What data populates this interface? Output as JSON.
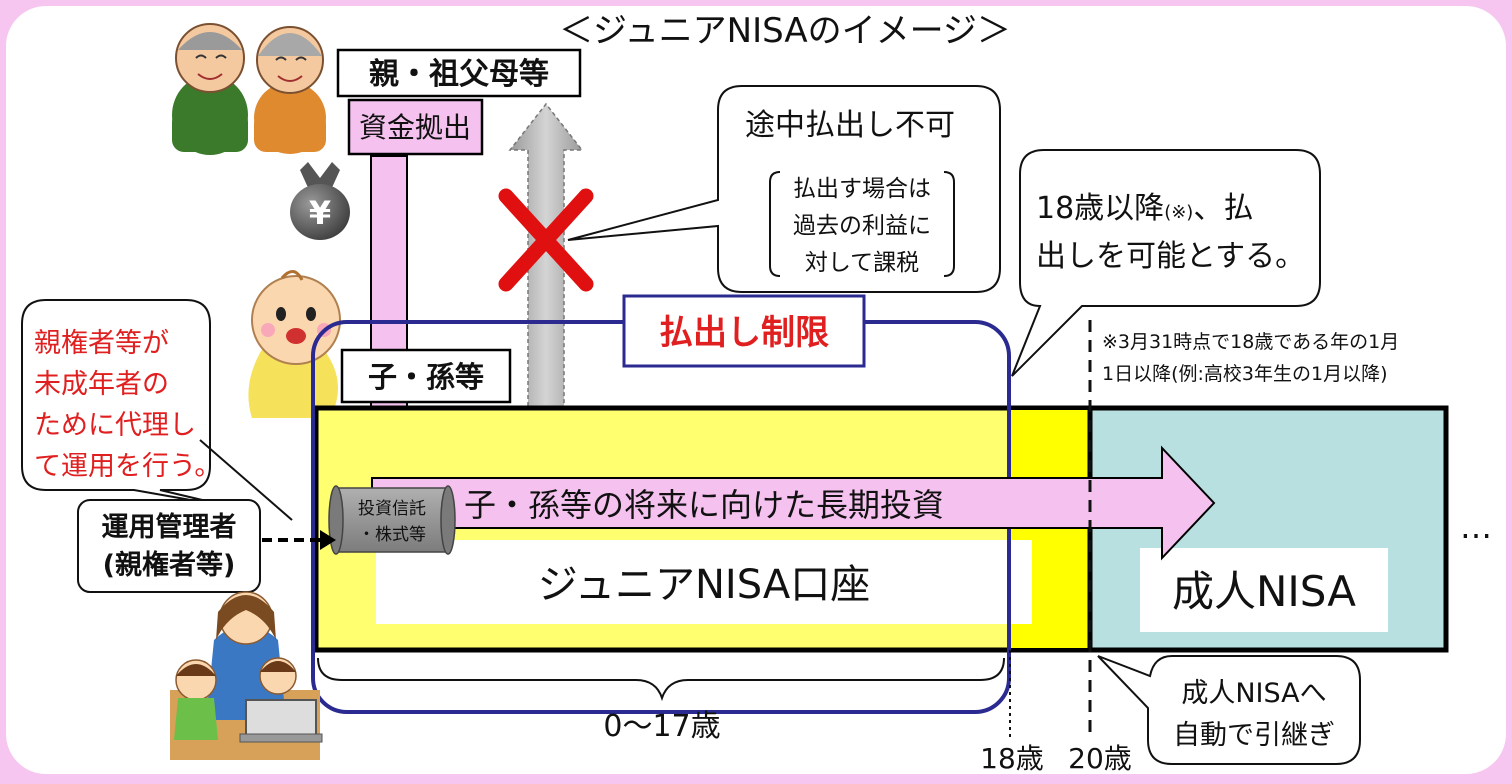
{
  "title": "＜ジュニアNISAのイメージ＞",
  "parents_label": "親・祖父母等",
  "funding_label": "資金拠出",
  "yen_symbol": "¥",
  "no_withdrawal_bubble": {
    "title": "途中払出し不可",
    "bracket_lines": [
      "払出す場合は",
      "過去の利益に",
      "対して課税"
    ]
  },
  "after18_bubble": {
    "line1_main": "18歳以降",
    "line1_note": "(※)",
    "line1_tail": "、払",
    "line2": "出しを可能とする。"
  },
  "footnote_lines": [
    "※3月31時点で18歳である年の1月",
    "1日以降(例:高校3年生の1月以降)"
  ],
  "withdrawal_limit_label": "払出し制限",
  "child_label": "子・孫等",
  "guardian_bubble_lines": [
    "親権者等が",
    "未成年者の",
    "ために代理し",
    "て運用を行う。"
  ],
  "manager_label_lines": [
    "運用管理者",
    "(親権者等)"
  ],
  "scroll_lines": [
    "投資信託",
    "・株式等"
  ],
  "long_term_label": "子・孫等の将来に向けた長期投資",
  "junior_account_label": "ジュニアNISA口座",
  "adult_nisa_label": "成人NISA",
  "ellipsis": "…",
  "transfer_bubble_lines": [
    "成人NISAへ",
    "自動で引継ぎ"
  ],
  "age_range_label": "0〜17歳",
  "age18_label": "18歳",
  "age20_label": "20歳",
  "colors": {
    "background_pink": "#f6c6f0",
    "yellow_zone": "#ffff70",
    "yellow_bright": "#ffff00",
    "adult_teal": "#b8e0e0",
    "pink_arrow": "#f5c2f0",
    "limit_frame_navy": "#2a2a90",
    "red_text": "#e02020",
    "cross_red": "#e01010"
  }
}
